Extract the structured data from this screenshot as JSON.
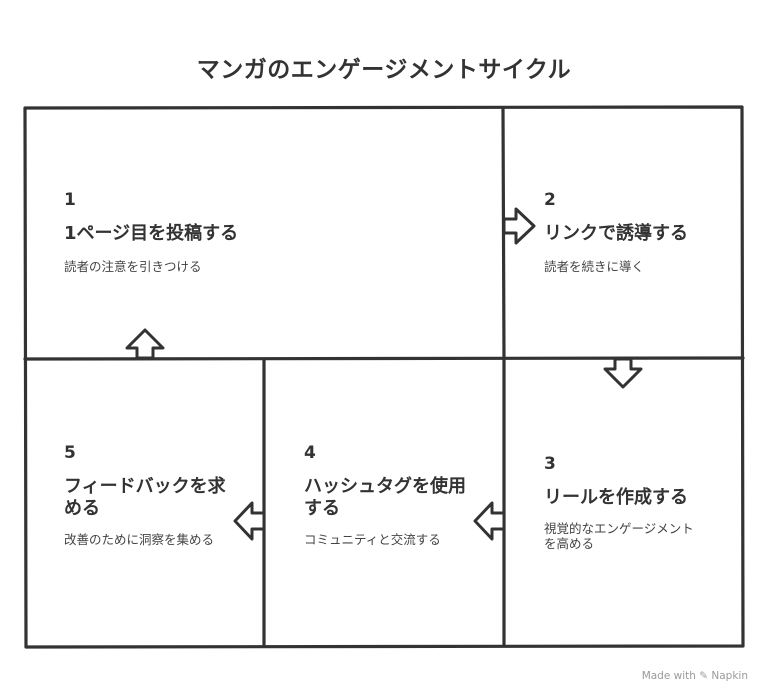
{
  "title": "マンガのエンゲージメントサイクル",
  "steps": [
    {
      "number": "1",
      "heading": "1ページ目を投稿する",
      "description": "読者の注意を引きつける"
    },
    {
      "number": "2",
      "heading": "リンクで誘導する",
      "description": "読者を続きに導く"
    },
    {
      "number": "3",
      "heading": "リールを作成する",
      "description": "視覚的なエンゲージメントを高める"
    },
    {
      "number": "4",
      "heading": "ハッシュタグを使用する",
      "description": "コミュニティと交流する"
    },
    {
      "number": "5",
      "heading": "フィードバックを求める",
      "description": "改善のために洞察を集める"
    }
  ],
  "credit": "Made with ✎ Napkin",
  "colors": {
    "line": "#333333",
    "background": "#ffffff",
    "text": "#333333"
  }
}
